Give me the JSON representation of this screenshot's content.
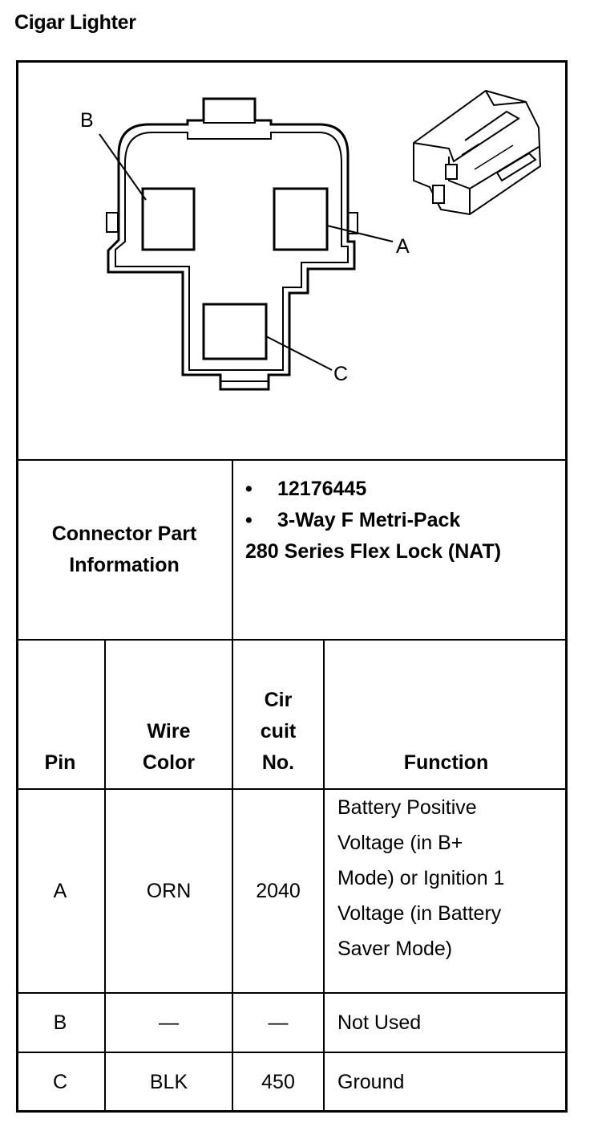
{
  "title": "Cigar Lighter",
  "diagram": {
    "pin_labels": [
      "A",
      "B",
      "C"
    ],
    "connector_icon": "connector-housing-icon"
  },
  "part_info": {
    "label_line1": "Connector Part",
    "label_line2": "Information",
    "bullets": [
      "12176445",
      "3-Way F Metri-Pack"
    ],
    "bullet_char": "•",
    "extra_line": "280 Series Flex Lock (NAT)"
  },
  "table": {
    "headers": {
      "pin": "Pin",
      "wire_color_line1": "Wire",
      "wire_color_line2": "Color",
      "circuit_line1": "Cir",
      "circuit_line2": "cuit",
      "circuit_line3": "No.",
      "function": "Function"
    },
    "rows": [
      {
        "pin": "A",
        "wire_color": "ORN",
        "circuit": "2040",
        "function_lines": [
          "Battery Positive",
          "Voltage (in B+",
          "Mode) or Ignition 1",
          "Voltage (in Battery",
          "Saver Mode)"
        ]
      },
      {
        "pin": "B",
        "wire_color": "—",
        "circuit": "—",
        "function_lines": [
          "Not Used"
        ]
      },
      {
        "pin": "C",
        "wire_color": "BLK",
        "circuit": "450",
        "function_lines": [
          "Ground"
        ]
      }
    ]
  }
}
